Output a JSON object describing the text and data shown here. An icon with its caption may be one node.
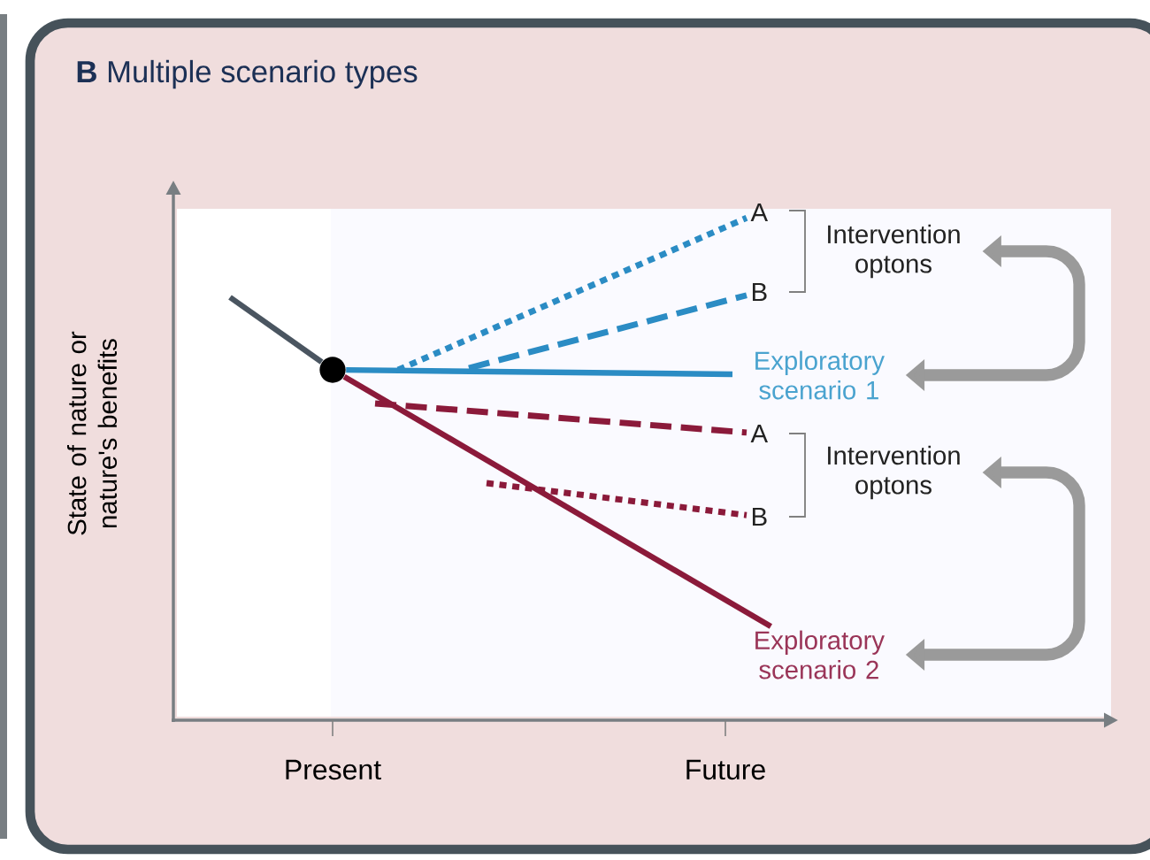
{
  "diagram": {
    "title": "**B** Multiple scenario types",
    "nodes": [
      {
        "text": [],
        "shape": "circle"
      },
      {
        "text": [
          "A"
        ]
      },
      {
        "text": [
          "B"
        ]
      },
      {
        "text": [
          "Exploratory scenario 1"
        ]
      },
      {
        "text": [
          "A"
        ]
      },
      {
        "text": [
          "B"
        ]
      },
      {
        "text": [
          "Exploratory scenario 2"
        ]
      },
      {
        "text": [
          "Intervention optons"
        ]
      },
      {
        "text": [
          "Intervention optons"
        ]
      }
    ],
    "edges": [
      {
        "from": null,
        "to": 0,
        "arrow": "none",
        "color": "#4a5560"
      },
      {
        "from": null,
        "to": 1,
        "arrow": "none",
        "style": "dashed",
        "color": "#2b8cc4"
      },
      {
        "from": null,
        "to": 2,
        "arrow": "none",
        "style": "dashed",
        "color": "#2b8cc4"
      },
      {
        "from": 0,
        "to": 3,
        "arrow": "none",
        "color": "#2b8cc4"
      },
      {
        "from": null,
        "to": 4,
        "arrow": "none",
        "style": "dashed",
        "color": "#8b1a3a"
      },
      {
        "from": null,
        "to": 5,
        "arrow": "none",
        "style": "dashed",
        "color": "#8b1a3a"
      },
      {
        "from": 0,
        "to": 6,
        "arrow": "none",
        "color": "#8b1a3a"
      },
      {
        "from": 7,
        "to": 3,
        "arrow": "both",
        "style": "thick",
        "color": "#9a9a9a"
      },
      {
        "from": 8,
        "to": 6,
        "arrow": "both",
        "style": "thick",
        "color": "#9a9a9a"
      }
    ],
    "labels": [
      "State of nature or nature's benefits",
      "Present",
      "Future"
    ]
  }
}
